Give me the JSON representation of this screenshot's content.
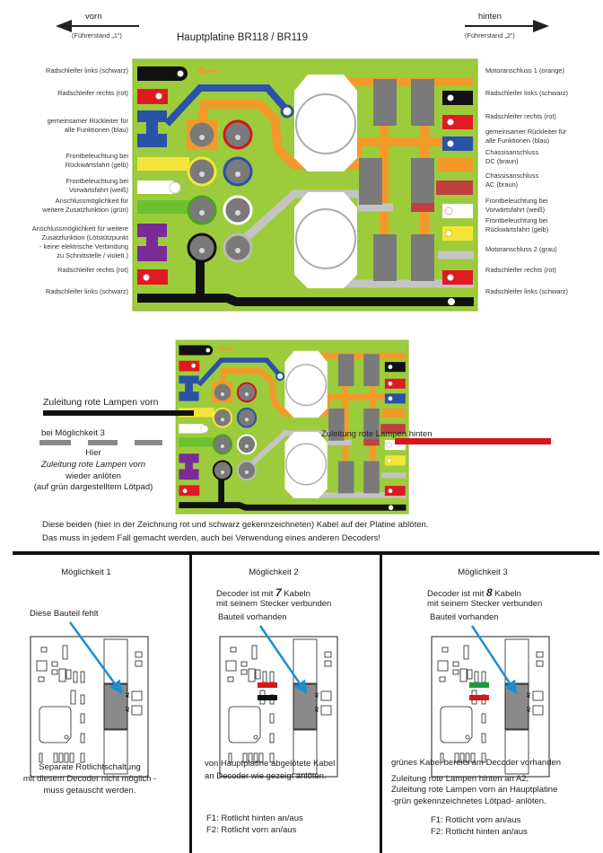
{
  "header": {
    "left_direction": "vorn",
    "left_sub": "(Führerstand „1“)",
    "title": "Hauptplatine BR118 / BR119",
    "right_direction": "hinten",
    "right_sub": "(Führerstand „2“)"
  },
  "left_labels": [
    "Radschleifer links (schwarz)",
    "Radschleifer rechts (rot)",
    "gemeinsamer Rückleiter für",
    "alle Funktionen (blau)",
    "Frontbeleuchtung bei",
    "Rückwärtsfahrt (gelb)",
    "Frontbeleuchtung bei",
    "Vorwärtsfahrt (weiß)",
    "Anschlussmöglichkeit für",
    "weitere Zusatzfunktion (grün)",
    "Anschlussmöglichkeit für weitere",
    "Zusatzfunktion (Lötstützpunkt",
    "- keine elektrische Verbindung",
    "zu Schnittstelle  /   violett )",
    "Radschleifer rechts (rot)",
    "Radschleifer links (schwarz)"
  ],
  "right_labels": [
    "Motoranschluss 1 (orange)",
    "Radschleifer links (schwarz)",
    "Radschleifer rechts (rot)",
    "gemeinsamer Rückleiter für",
    "alle Funktionen (blau)",
    "Chassisanschluss",
    "DC (braun)",
    "Chassisanschluss",
    "AC (braun)",
    "Frontbeleuchtung bei",
    "Vorwärtsfahrt (weiß)",
    "Frontbeleuchtung bei",
    "Rückwärtsfahrt (gelb)",
    "Motoranschluss 2 (grau)",
    "Radschleifer rechts (rot)",
    "Radschleifer links (schwarz)"
  ],
  "middle": {
    "wire_front": "Zuleitung rote Lampen vorn",
    "wire_rear": "Zuleitung rote Lampen hinten",
    "option3": "bei Möglichkeit 3",
    "note": [
      "Hier",
      "Zuleitung rote Lampen vorn",
      "wieder anlöten",
      "(auf grün dargestelltem Lötpad)"
    ],
    "instruction": [
      "Diese beiden (hier in der Zeichnung rot und schwarz gekennzeichneten) Kabel auf der Platine ablöten.",
      "Das muss in jedem Fall gemacht werden, auch bei Verwendung eines anderen Decoders!"
    ]
  },
  "options": [
    {
      "title": "Möglichkeit 1",
      "pointer": "Diese Bauteil fehlt",
      "text": [
        "Separate Rotlichtschaltung",
        "mit diesem Decoder nicht möglich -",
        "muss getauscht werden."
      ]
    },
    {
      "title": "Möglichkeit 2",
      "desc_pre": "Decoder ist mit ",
      "desc_num": "7",
      "desc_post": " Kabeln",
      "desc2": "mit seinem Stecker verbunden",
      "pointer": "Bauteil vorhanden",
      "text": [
        "von Hauptplatine abgelötete Kabel",
        "an Decoder wie gezeigt anlöten."
      ],
      "functions": [
        "F1: Rotlicht hinten an/aus",
        "F2: Rotlicht vorn an/aus"
      ],
      "wire_colors": [
        "#d8141c",
        "#111111"
      ]
    },
    {
      "title": "Möglichkeit 3",
      "desc_pre": "Decoder ist mit ",
      "desc_num": "8",
      "desc_post": " Kabeln",
      "desc2": "mit seinem Stecker verbunden",
      "pointer": "Bauteil vorhanden",
      "text": [
        "grünes Kabel bereits am Decoder vorhanden"
      ],
      "text2": [
        "Zuleitung rote Lampen hinten an A2,",
        "Zuleitung rote Lampen vorn an Hauptplatine",
        "-grün gekennzeichnetes Lötpad- anlöten."
      ],
      "functions": [
        "F1: Rotlicht vorn an/aus",
        "F2: Rotlicht hinten an/aus"
      ],
      "wire_colors": [
        "#1a9a3a",
        "#d8141c"
      ]
    }
  ],
  "pad_labels": [
    "A1",
    "A2"
  ],
  "colors": {
    "board": "#9ccc3c",
    "orange": "#f39a2a",
    "blue": "#2a52a8",
    "red": "#e01a22",
    "arrow": "#1a8fd0"
  }
}
